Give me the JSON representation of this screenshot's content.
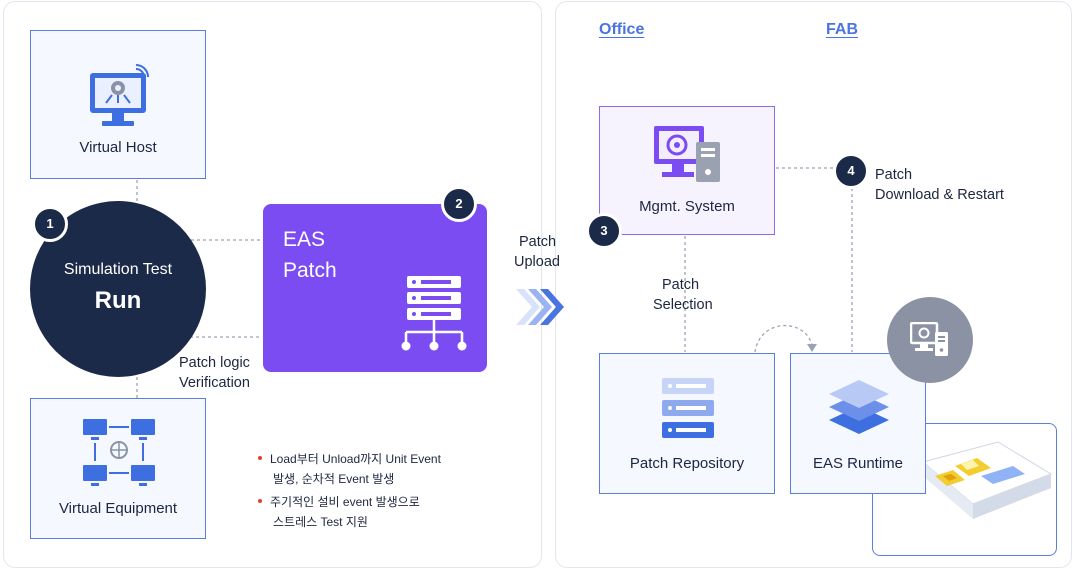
{
  "left": {
    "virtual_host": "Virtual Host",
    "simulation": {
      "line1": "Simulation Test",
      "line2": "Run"
    },
    "eas_patch": {
      "line1": "EAS",
      "line2": "Patch"
    },
    "virtual_equipment": "Virtual Equipment",
    "patch_logic": {
      "line1": "Patch logic",
      "line2": "Verification"
    },
    "notes": [
      {
        "line1": "Load부터 Unload까지 Unit Event",
        "line2": "발생, 순차적 Event 발생"
      },
      {
        "line1": "주기적인 설비 event 발생으로",
        "line2": "스트레스 Test 지원"
      }
    ]
  },
  "middle": {
    "patch_upload": {
      "line1": "Patch",
      "line2": "Upload"
    }
  },
  "right": {
    "office": "Office",
    "fab": "FAB",
    "mgmt": "Mgmt. System",
    "patch_selection": {
      "line1": "Patch",
      "line2": "Selection"
    },
    "patch_download": {
      "line1": "Patch",
      "line2": "Download & Restart"
    },
    "patch_repository": "Patch Repository",
    "eas_runtime": "EAS Runtime"
  },
  "badges": [
    "1",
    "2",
    "3",
    "4"
  ],
  "colors": {
    "accent": "#4a74e0",
    "purple": "#7b4cf2",
    "navy": "#1b2a48",
    "box_border": "#5b7fd6",
    "note_dot": "#e4402f"
  }
}
